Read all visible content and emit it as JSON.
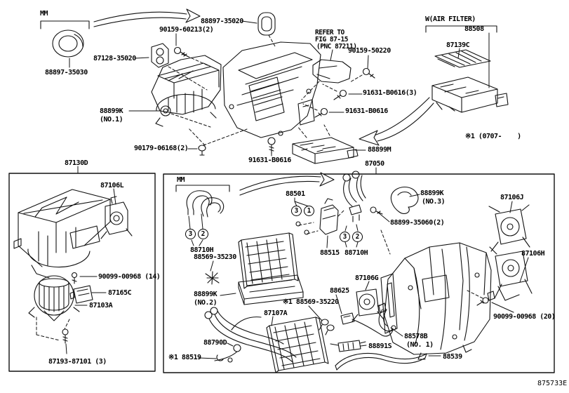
{
  "figure": {
    "code": "875733E"
  },
  "notes": {
    "mm_top": "MM",
    "mm_mid": "MM",
    "air_filter": "W(AIR FILTER)",
    "applicability": "※1 (0707-    )",
    "refer_to": "REFER TO",
    "refer_fig": "FIG 87-15",
    "refer_pnc": "(PNC 87211)"
  },
  "parts": {
    "seal": "88897-35030",
    "grommet_a": "87128-35020",
    "screw_60213": "90159-60213(2)",
    "grommet_b": "88897-35020",
    "screw_50220": "90159-50220",
    "screw_b0616_3": "91631-B0616(3)",
    "screw_b0616_a": "91631-B0616",
    "screw_b0616_b": "91631-B0616",
    "nut_no1": "88899K",
    "nut_no1_sub": "(NO.1)",
    "clip_06168": "90179-06168(2)",
    "filter_case": "88899M",
    "unit": "87050",
    "air_filter_assy": "88508",
    "filter_element": "87139C",
    "blower_assy": "87130D",
    "servo_l": "87106L",
    "screw_00968_14": "90099-00968 (14)",
    "resistor": "87165C",
    "motor": "87103A",
    "screw_87193": "87193-87101 (3)",
    "oring_set": "88501",
    "tube_left": "88710H",
    "packing_35230": "88569-35230",
    "packing_no2": "88899K",
    "packing_no2_sub": "(NO.2)",
    "pipe_87107a": "87107A",
    "clamp_88790d": "88790D",
    "clamp_88519": "※1 88519",
    "valve": "88515",
    "tube_right": "88710H",
    "bolt_35060": "88899-35060(2)",
    "clamp_no3": "88899K",
    "clamp_no3_sub": "(NO.3)",
    "servo_j": "87106J",
    "servo_h": "87106H",
    "servo_g": "87106G",
    "thermistor": "88625",
    "clamp_35220": "※1 88569-35220",
    "screw_00968_20": "90099-00968 (20)",
    "hose_88578b": "88578B",
    "hose_88578b_sub": "(NO. 1)",
    "aspirator": "88891S",
    "hose_88539": "88539"
  },
  "callouts": {
    "c1": "1",
    "c2": "2",
    "c3": "3"
  }
}
